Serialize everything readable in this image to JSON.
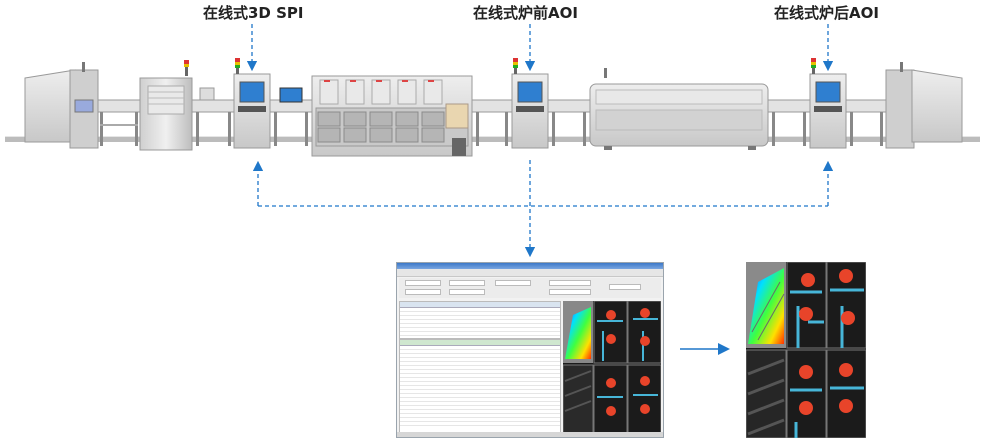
{
  "labels": {
    "spi": "在线式3D SPI",
    "aoi_pre": "在线式炉前AOI",
    "aoi_post": "在线式炉后AOI"
  },
  "colors": {
    "arrow": "#1f77c9",
    "machine_body": "#d9d9d9",
    "machine_dark": "#8c8c8c",
    "screen": "#2f7fd0",
    "pad": "#e8442a",
    "trace": "#47b6d8",
    "board": "#1b1b1b"
  },
  "icons": {
    "signal_tower": "signal-tower-icon",
    "arrow": "arrow-icon"
  }
}
